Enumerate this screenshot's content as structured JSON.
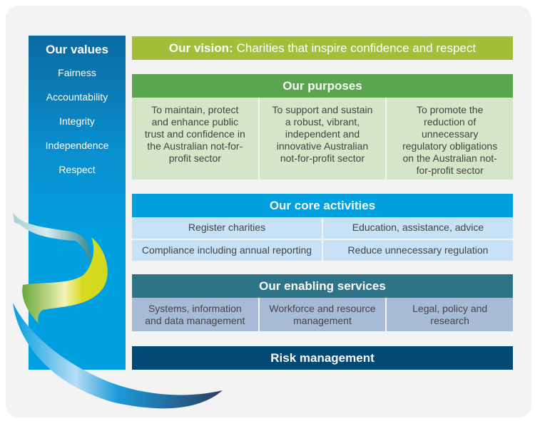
{
  "values": {
    "title": "Our values",
    "items": [
      "Fairness",
      "Accountability",
      "Integrity",
      "Independence",
      "Respect"
    ]
  },
  "vision": {
    "label": "Our vision:",
    "text": "Charities that inspire confidence and respect"
  },
  "purposes": {
    "title": "Our purposes",
    "items": [
      "To maintain, protect and enhance public trust and confidence in the Australian not-for-profit sector",
      "To support and sustain a robust, vibrant, independent and innovative Australian not-for-profit sector",
      "To promote the reduction of unnecessary regulatory obligations on the Australian not-for-profit sector"
    ]
  },
  "core": {
    "title": "Our core activities",
    "items": [
      "Register charities",
      "Education, assistance, advice",
      "Compliance including annual reporting",
      "Reduce unnecessary regulation"
    ]
  },
  "enabling": {
    "title": "Our enabling services",
    "items": [
      "Systems, information and data management",
      "Workforce and resource management",
      "Legal, policy and research"
    ]
  },
  "risk": {
    "title": "Risk management"
  },
  "colors": {
    "vision": "#a3bf3a",
    "purposes": "#5aa64f",
    "core": "#009fdf",
    "enabling": "#2d7489",
    "risk": "#004a75"
  }
}
